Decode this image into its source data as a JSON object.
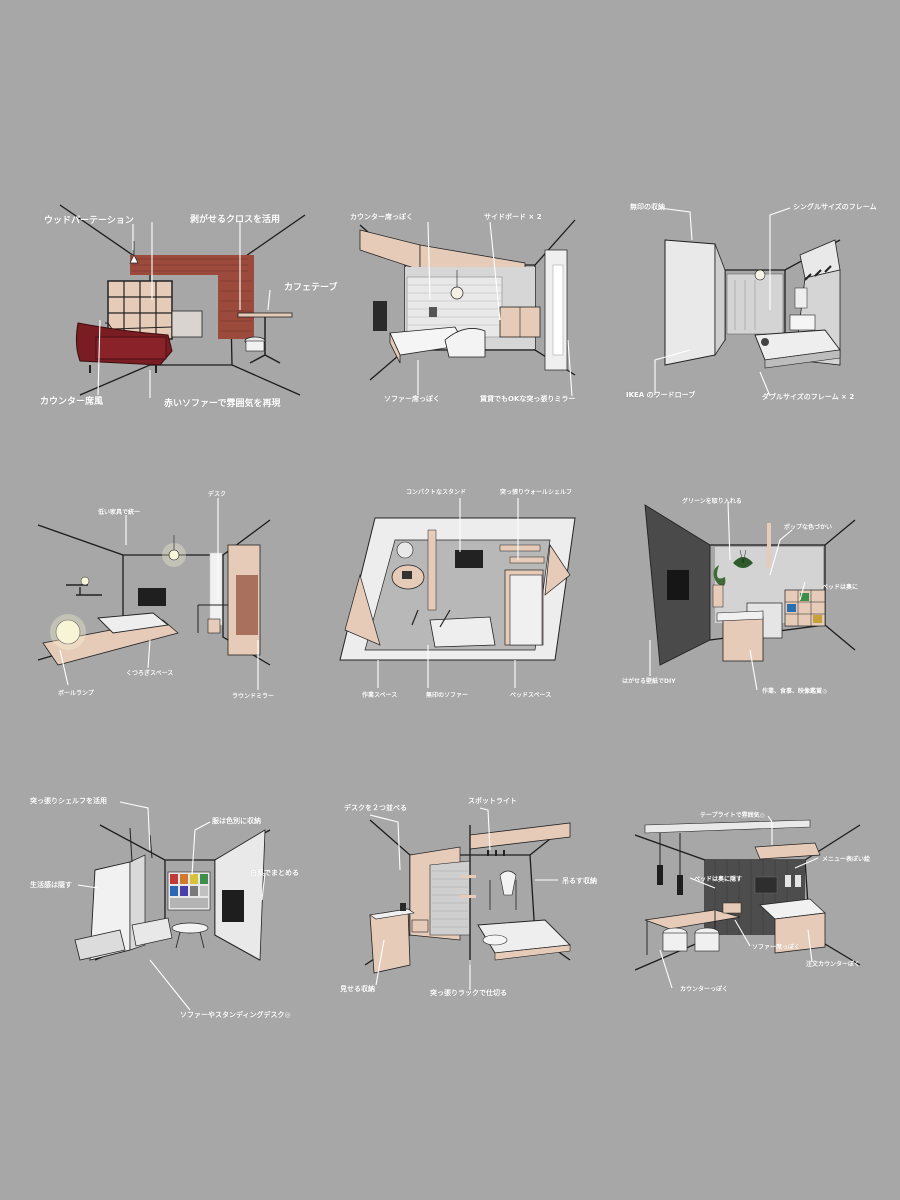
{
  "colors": {
    "background": "#a7a7a7",
    "wood": "#e6cbb8",
    "brick": "#9b4a3c",
    "sofa_red": "#7a1d22",
    "wall_light": "#e9e9e9",
    "dark_wall": "#4a4a4a"
  },
  "rooms": [
    {
      "labels": [
        "ウッドパーテーション",
        "剥がせるクロスを活用",
        "カフェテーブ",
        "カウンター席風",
        "赤いソファーで雰囲気を再現"
      ]
    },
    {
      "labels": [
        "カウンター席っぽく",
        "サイドボード × 2",
        "ソファー席っぽく",
        "賃貸でもOKな突っ張りミラー"
      ]
    },
    {
      "labels": [
        "無印の収納",
        "シングルサイズのフレーム",
        "IKEA のワードローブ",
        "ダブルサイズのフレーム × 2"
      ]
    },
    {
      "labels": [
        "低い家具で統一",
        "デスク",
        "ボールランプ",
        "くつろぎスペース",
        "ラウンドミラー"
      ]
    },
    {
      "labels": [
        "コンパクトなスタンド",
        "突っ張りウォールシェルフ",
        "作業スペース",
        "無印のソファー",
        "ベッドスペース"
      ]
    },
    {
      "labels": [
        "グリーンを取り入れる",
        "ポップな色づかい",
        "ベッドは奥に",
        "はがせる壁紙でDIY",
        "作業、食事、映像鑑賞◎"
      ]
    },
    {
      "labels": [
        "突っ張りシェルフを活用",
        "服は色別に収納",
        "生活感は隠す",
        "白系でまとめる",
        "ソファーやスタンディングデスク◎"
      ]
    },
    {
      "labels": [
        "デスクを２つ並べる",
        "スポットライト",
        "吊るす収納",
        "見せる収納",
        "突っ張りラックで仕切る"
      ]
    },
    {
      "labels": [
        "テープライトで雰囲気◎",
        "メニュー表ぽい絵",
        "ベッドは奥に隠す",
        "ソファー席っぽく",
        "注文カウンターぽく",
        "カウンターっぽく"
      ]
    }
  ]
}
